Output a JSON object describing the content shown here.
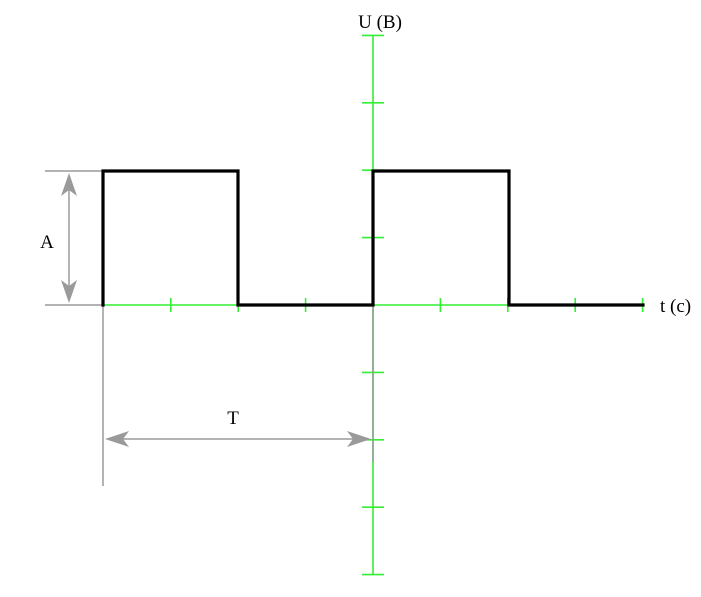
{
  "axes": {
    "y_label": "U (B)",
    "x_label": "t (c)"
  },
  "annotations": {
    "amplitude_label": "A",
    "period_label": "T"
  },
  "colors": {
    "axis": "#33ee33",
    "signal": "#000000",
    "dimension": "#9a9a9a"
  },
  "signal": {
    "type": "square-wave",
    "amplitude_units": 2,
    "period_units": 4,
    "duty_cycle": 0.5
  }
}
